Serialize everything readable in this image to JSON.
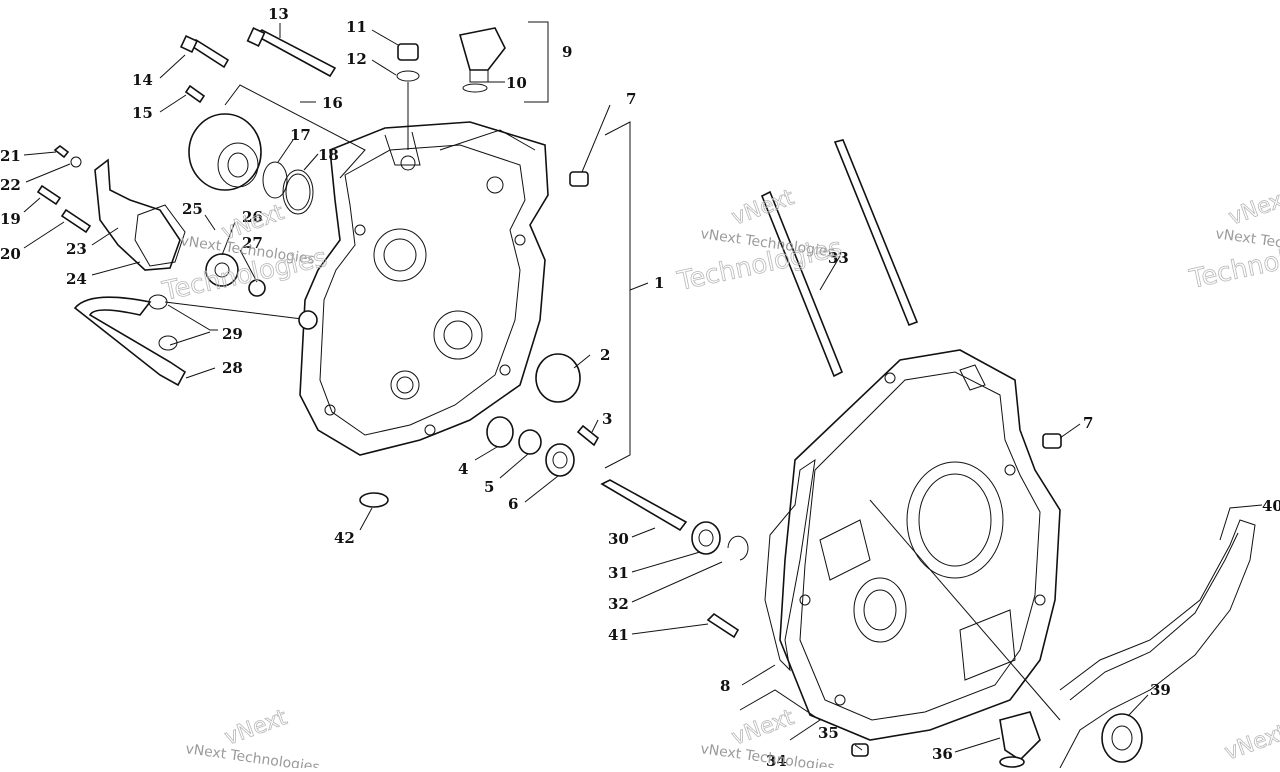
{
  "callouts": [
    {
      "id": "c1",
      "text": "1"
    },
    {
      "id": "c2",
      "text": "2"
    },
    {
      "id": "c3",
      "text": "3"
    },
    {
      "id": "c4",
      "text": "4"
    },
    {
      "id": "c5",
      "text": "5"
    },
    {
      "id": "c6",
      "text": "6"
    },
    {
      "id": "c7a",
      "text": "7"
    },
    {
      "id": "c7b",
      "text": "7"
    },
    {
      "id": "c8",
      "text": "8"
    },
    {
      "id": "c9",
      "text": "9"
    },
    {
      "id": "c10",
      "text": "10"
    },
    {
      "id": "c11",
      "text": "11"
    },
    {
      "id": "c12",
      "text": "12"
    },
    {
      "id": "c13",
      "text": "13"
    },
    {
      "id": "c14",
      "text": "14"
    },
    {
      "id": "c15",
      "text": "15"
    },
    {
      "id": "c16",
      "text": "16"
    },
    {
      "id": "c17",
      "text": "17"
    },
    {
      "id": "c18",
      "text": "18"
    },
    {
      "id": "c19",
      "text": "19"
    },
    {
      "id": "c20",
      "text": "20"
    },
    {
      "id": "c21",
      "text": "21"
    },
    {
      "id": "c22",
      "text": "22"
    },
    {
      "id": "c23",
      "text": "23"
    },
    {
      "id": "c24",
      "text": "24"
    },
    {
      "id": "c25",
      "text": "25"
    },
    {
      "id": "c26",
      "text": "26"
    },
    {
      "id": "c27",
      "text": "27"
    },
    {
      "id": "c28",
      "text": "28"
    },
    {
      "id": "c29",
      "text": "29"
    },
    {
      "id": "c30",
      "text": "30"
    },
    {
      "id": "c31",
      "text": "31"
    },
    {
      "id": "c32",
      "text": "32"
    },
    {
      "id": "c33",
      "text": "33"
    },
    {
      "id": "c34",
      "text": "34"
    },
    {
      "id": "c35",
      "text": "35"
    },
    {
      "id": "c36",
      "text": "36"
    },
    {
      "id": "c39",
      "text": "39"
    },
    {
      "id": "c40",
      "text": "40"
    },
    {
      "id": "c41",
      "text": "41"
    },
    {
      "id": "c42",
      "text": "42"
    }
  ],
  "watermark": {
    "line1": "vNext",
    "line2": "vNext Technologies",
    "line3": "Technologies"
  }
}
